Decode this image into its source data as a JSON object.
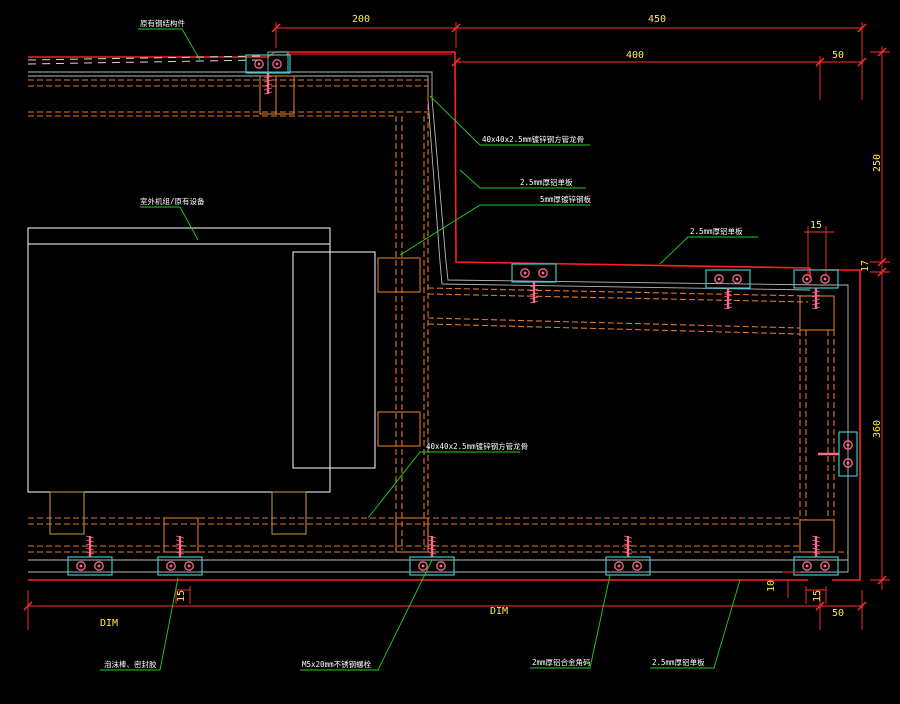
{
  "colors": {
    "background": "#000000",
    "cladding_red": "#ff2020",
    "structure_orange": "#e07828",
    "dimension_line": "#ff3030",
    "dimension_text": "#ffe84a",
    "leader_green": "#20d020",
    "mechanical_white": "#ffffff",
    "bracket_cyan": "#38c8c8",
    "bolt_pink": "#ff6a8a"
  },
  "dimensions": {
    "top_200": "200",
    "top_450": "450",
    "top_400": "400",
    "top_50": "50",
    "right_250": "250",
    "right_17": "17",
    "right_360": "360",
    "right_15_top": "15",
    "bottom_15_left": "15",
    "bottom_15_right": "15",
    "bottom_10": "10",
    "bottom_50": "50",
    "dim_left": "DIM",
    "dim_mid": "DIM"
  },
  "labels": {
    "top_left_note": "原有钢结构件",
    "tube_top": "40x40x2.5mm镀锌钢方管龙骨",
    "sheet_top": "2.5mm厚铝单板",
    "steel_5mm": "5mm厚镀锌钢板",
    "equipment": "室外机组/原有设备",
    "sheet_right": "2.5mm厚铝单板",
    "tube_mid": "40x40x2.5mm镀锌钢方管龙骨",
    "bottom_1": "泡沫棒、密封胶",
    "bottom_2": "M5x20mm不锈钢螺栓",
    "bottom_3": "2mm厚铝合金角码",
    "bottom_4": "2.5mm厚铝单板"
  }
}
